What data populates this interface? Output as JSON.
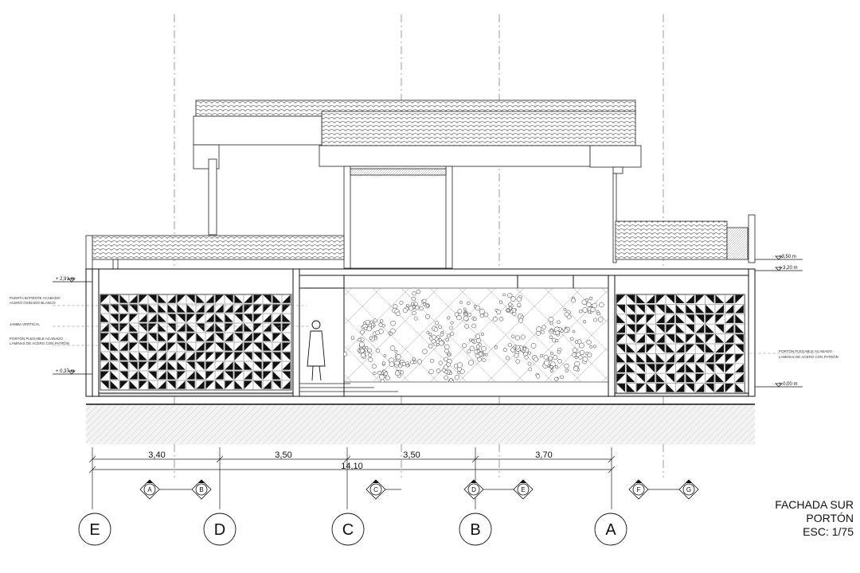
{
  "drawing": {
    "title": "FACHADA SUR",
    "subtitle": "PORTÓN",
    "scale": "ESC: 1/75"
  },
  "grid_axes": [
    "E",
    "D",
    "C",
    "B",
    "A"
  ],
  "dimensions": {
    "segments": [
      "3,40",
      "3,50",
      "3,50",
      "3,70"
    ],
    "total": "14,10"
  },
  "section_markers": [
    {
      "label": "A"
    },
    {
      "label": "B"
    },
    {
      "label": "C"
    },
    {
      "label": "D"
    },
    {
      "label": "E"
    },
    {
      "label": "F"
    },
    {
      "label": "G"
    }
  ],
  "levels": {
    "left": [
      "+ 2,91 m",
      "+ 0,37 m"
    ],
    "right": [
      "+3,50 m",
      "+ 3,20 m",
      "+ 0,00 m"
    ]
  },
  "annotations": {
    "left": [
      "PUERTA BATIENTE ACABADO",
      "ACERO OXIDADO BLANCO",
      "JAMBA VERTICAL",
      "PORTÓN PLEGABLE ACABADO",
      "LÁMINAS DE ACERO CON PATRÓN"
    ],
    "right": [
      "PORTÓN PLEGABLE ACABADO",
      "LÁMINAS DE ACERO CON PATRÓN"
    ]
  }
}
